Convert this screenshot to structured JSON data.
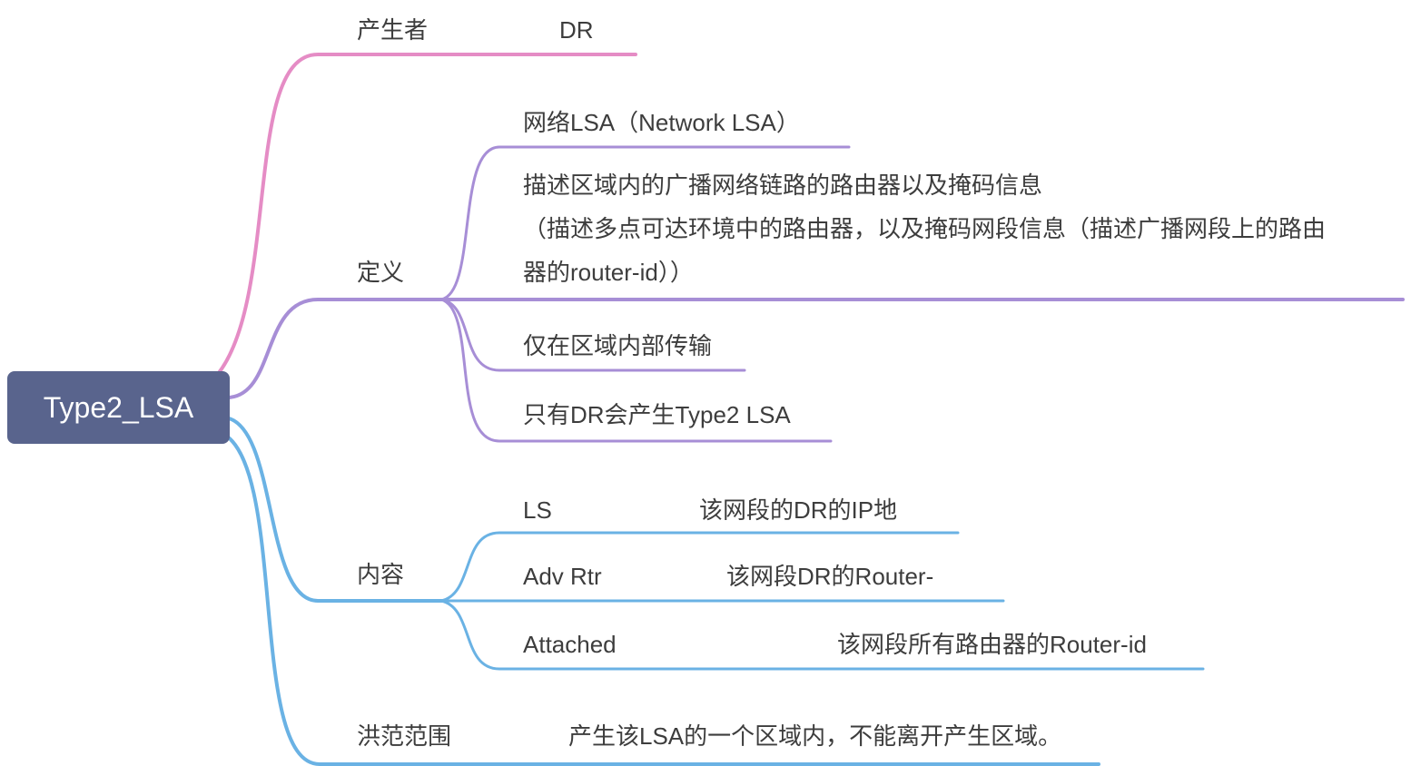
{
  "root": {
    "label": "Type2_LSA"
  },
  "colors": {
    "pink": "#e58cc5",
    "purple": "#a78ed6",
    "blue": "#6ab2e4",
    "root_bg": "#59648d",
    "text": "#3d3d3d"
  },
  "branches": {
    "producer": {
      "label": "产生者",
      "value": "DR"
    },
    "definition": {
      "label": "定义",
      "items": {
        "name": "网络LSA（Network LSA）",
        "description": "描述区域内的广播网络链路的路由器以及掩码信息\n（描述多点可达环境中的路由器，以及掩码网段信息（描述广播网段上的路由\n器的router-id））",
        "scope": "仅在区域内部传输",
        "origin": "只有DR会产生Type2 LSA"
      }
    },
    "content": {
      "label": "内容",
      "rows": [
        {
          "key": "LS",
          "value": "该网段的DR的IP地"
        },
        {
          "key": "Adv Rtr",
          "value": "该网段DR的Router-"
        },
        {
          "key": "Attached",
          "value": "该网段所有路由器的Router-id"
        }
      ]
    },
    "flooding": {
      "label": "洪范范围",
      "value": "产生该LSA的一个区域内，不能离开产生区域。"
    }
  }
}
